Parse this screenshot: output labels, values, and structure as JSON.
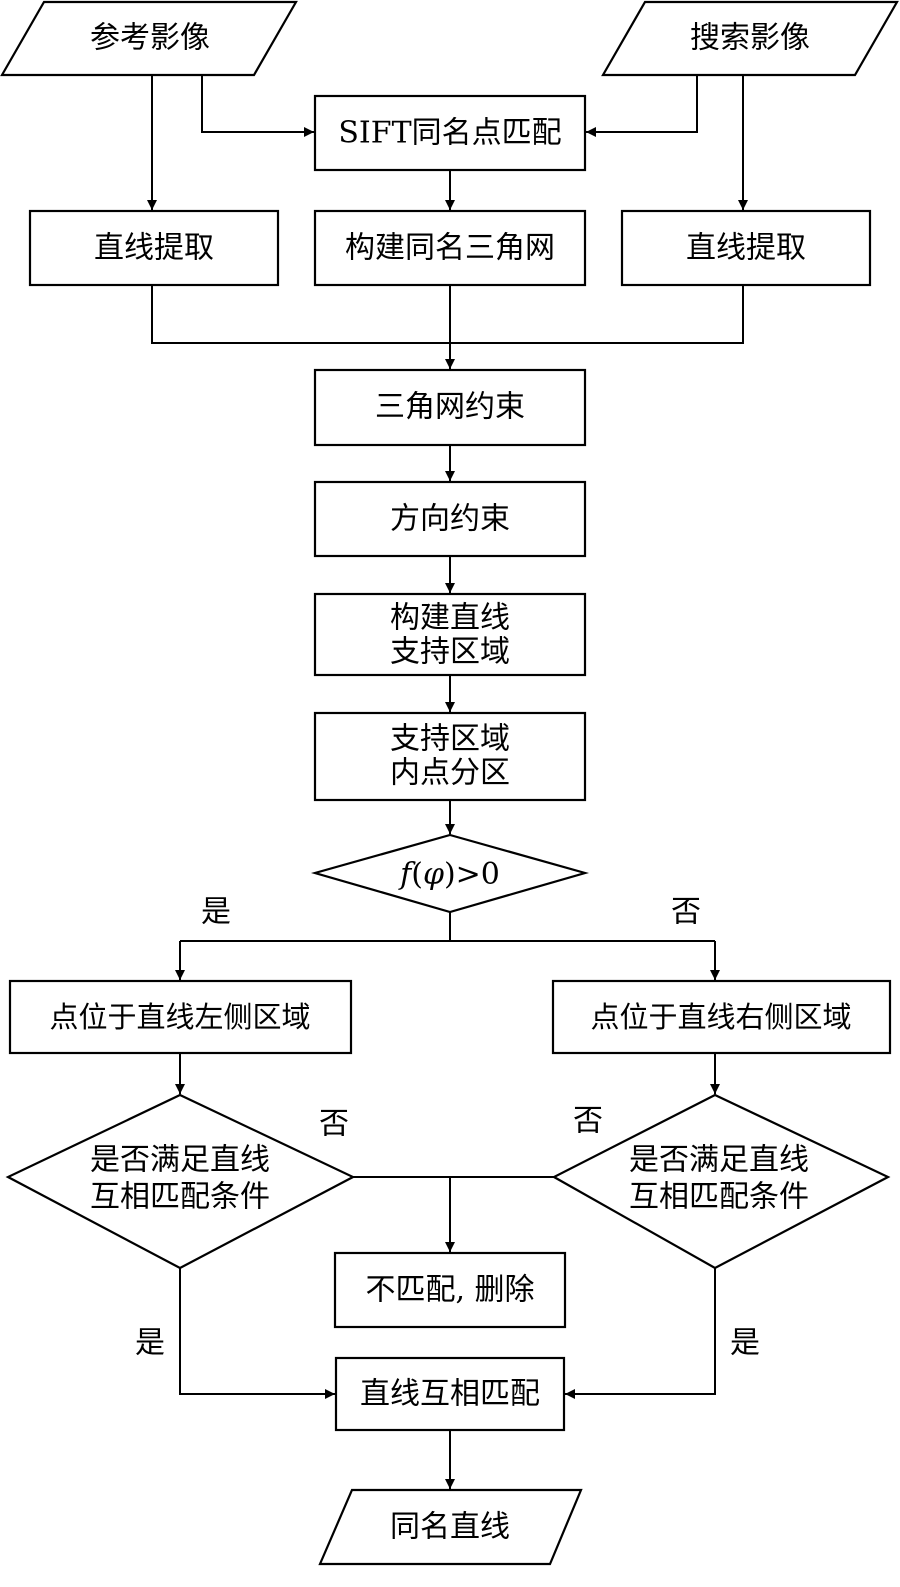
{
  "nodes": {
    "ref_image": "参考影像",
    "search_image": "搜索影像",
    "sift_match": "SIFT同名点匹配",
    "line_extract_left": "直线提取",
    "build_triangle_net": "构建同名三角网",
    "line_extract_right": "直线提取",
    "triangle_constraint": "三角网约束",
    "direction_constraint": "方向约束",
    "line_support_region": [
      "构建直线",
      "支持区域"
    ],
    "support_region_partition": [
      "支持区域",
      "内点分区"
    ],
    "condition_f": {
      "fn": "f",
      "open": "(",
      "var": "φ",
      "rest": ")>0"
    },
    "left_region": "点位于直线左侧区域",
    "right_region": "点位于直线右侧区域",
    "mutual_check_left": [
      "是否满足直线",
      "互相匹配条件"
    ],
    "mutual_check_right": [
      "是否满足直线",
      "互相匹配条件"
    ],
    "no_match_delete": "不匹配, 删除",
    "mutual_match": "直线互相匹配",
    "same_name_line": "同名直线"
  },
  "edge_labels": {
    "cond_yes": "是",
    "cond_no": "否",
    "left_no": "否",
    "right_no": "否",
    "left_yes": "是",
    "right_yes": "是"
  }
}
